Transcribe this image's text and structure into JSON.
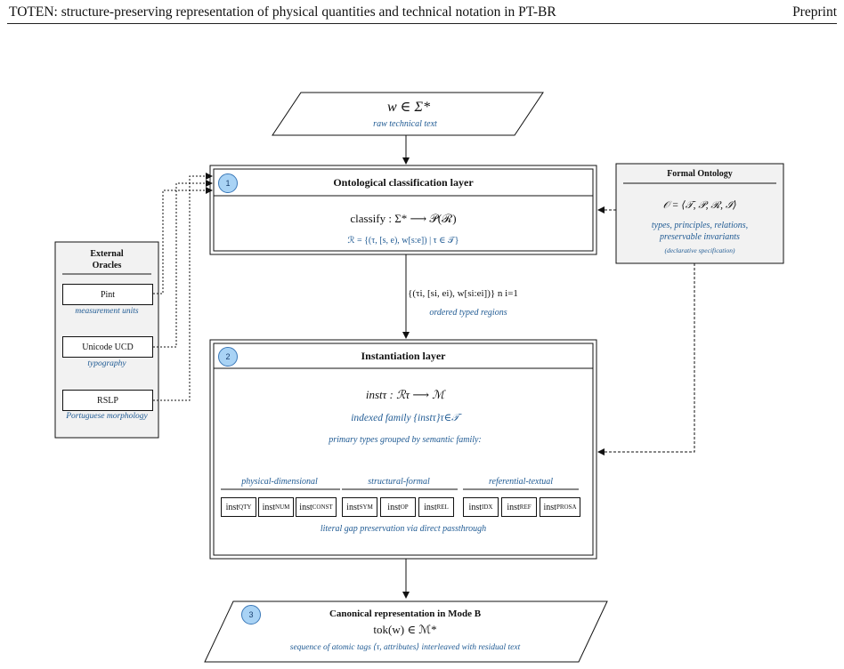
{
  "header": {
    "title": "TOTEN: structure-preserving representation of physical quantities and technical notation in PT-BR",
    "tag": "Preprint"
  },
  "input": {
    "formula": "w ∈ Σ*",
    "caption": "raw technical text"
  },
  "layer1": {
    "number": "1",
    "title": "Ontological classification layer",
    "formula": "classify : Σ* ⟶ 𝒫(ℛ)",
    "region_def": "ℛ = {(τ, [s, e), w[s:e]) | τ ∈ 𝒯}"
  },
  "ontology": {
    "title": "Formal Ontology",
    "formula": "𝒪 = ⟨𝒯, 𝒫, ℛ, ℐ⟩",
    "desc_line1": "types, principles, relations,",
    "desc_line2": "preservable invariants",
    "note": "(declarative specification)"
  },
  "oracles": {
    "title_line1": "External",
    "title_line2": "Oracles",
    "items": [
      {
        "label": "Pint",
        "caption": "measurement units"
      },
      {
        "label": "Unicode UCD",
        "caption": "typography"
      },
      {
        "label": "RSLP",
        "caption": "Portuguese morphology"
      }
    ]
  },
  "flow": {
    "regions_formula": "{(τi, [si, ei), w[si:ei])} n i=1",
    "regions_caption": "ordered typed regions"
  },
  "layer2": {
    "number": "2",
    "title": "Instantiation layer",
    "formula": "instτ : ℛτ ⟶ ℳ",
    "indexed_family": "indexed family {instτ}τ∈𝒯",
    "grouping_caption": "primary types grouped by semantic family:",
    "families": [
      {
        "name": "physical-dimensional",
        "insts": [
          "QTY",
          "NUM",
          "CONST"
        ]
      },
      {
        "name": "structural-formal",
        "insts": [
          "SYM",
          "OP",
          "REL"
        ]
      },
      {
        "name": "referential-textual",
        "insts": [
          "IDX",
          "REF",
          "PROSA"
        ]
      }
    ],
    "inst_prefix": "inst",
    "passthrough_caption": "literal gap preservation via direct passthrough"
  },
  "output": {
    "number": "3",
    "title": "Canonical representation in Mode B",
    "formula": "tok(w) ∈ ℳ*",
    "caption": "sequence of atomic tags ⟨τ, attributes⟩ interleaved with residual text"
  },
  "colors": {
    "accent_text": "#1f5a93",
    "badge_fill": "#a9d3f5",
    "panel_fill": "#f2f2f2"
  }
}
